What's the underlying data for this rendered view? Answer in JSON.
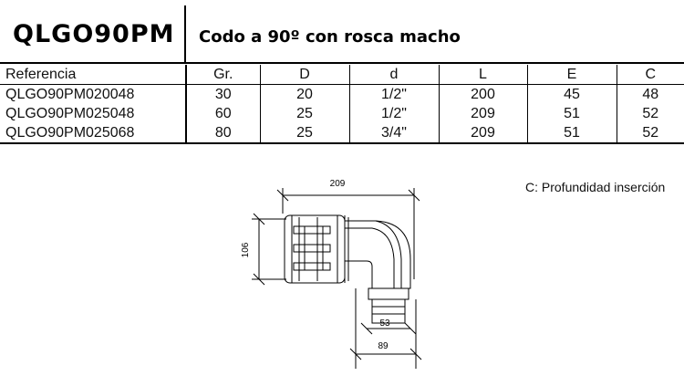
{
  "header": {
    "code": "QLGO90PM",
    "description": "Codo a 90º con rosca macho"
  },
  "table": {
    "columns": [
      "Referencia",
      "Gr.",
      "D",
      "d",
      "L",
      "E",
      "C"
    ],
    "rows": [
      [
        "QLGO90PM020048",
        "30",
        "20",
        "1/2\"",
        "200",
        "45",
        "48"
      ],
      [
        "QLGO90PM025048",
        "60",
        "25",
        "1/2\"",
        "209",
        "51",
        "52"
      ],
      [
        "QLGO90PM025068",
        "80",
        "25",
        "3/4\"",
        "209",
        "51",
        "52"
      ]
    ]
  },
  "note": "C: Profundidad inserción",
  "drawing": {
    "dim_length": "209",
    "dim_height": "106",
    "dim_thread": "53",
    "dim_base": "89"
  }
}
